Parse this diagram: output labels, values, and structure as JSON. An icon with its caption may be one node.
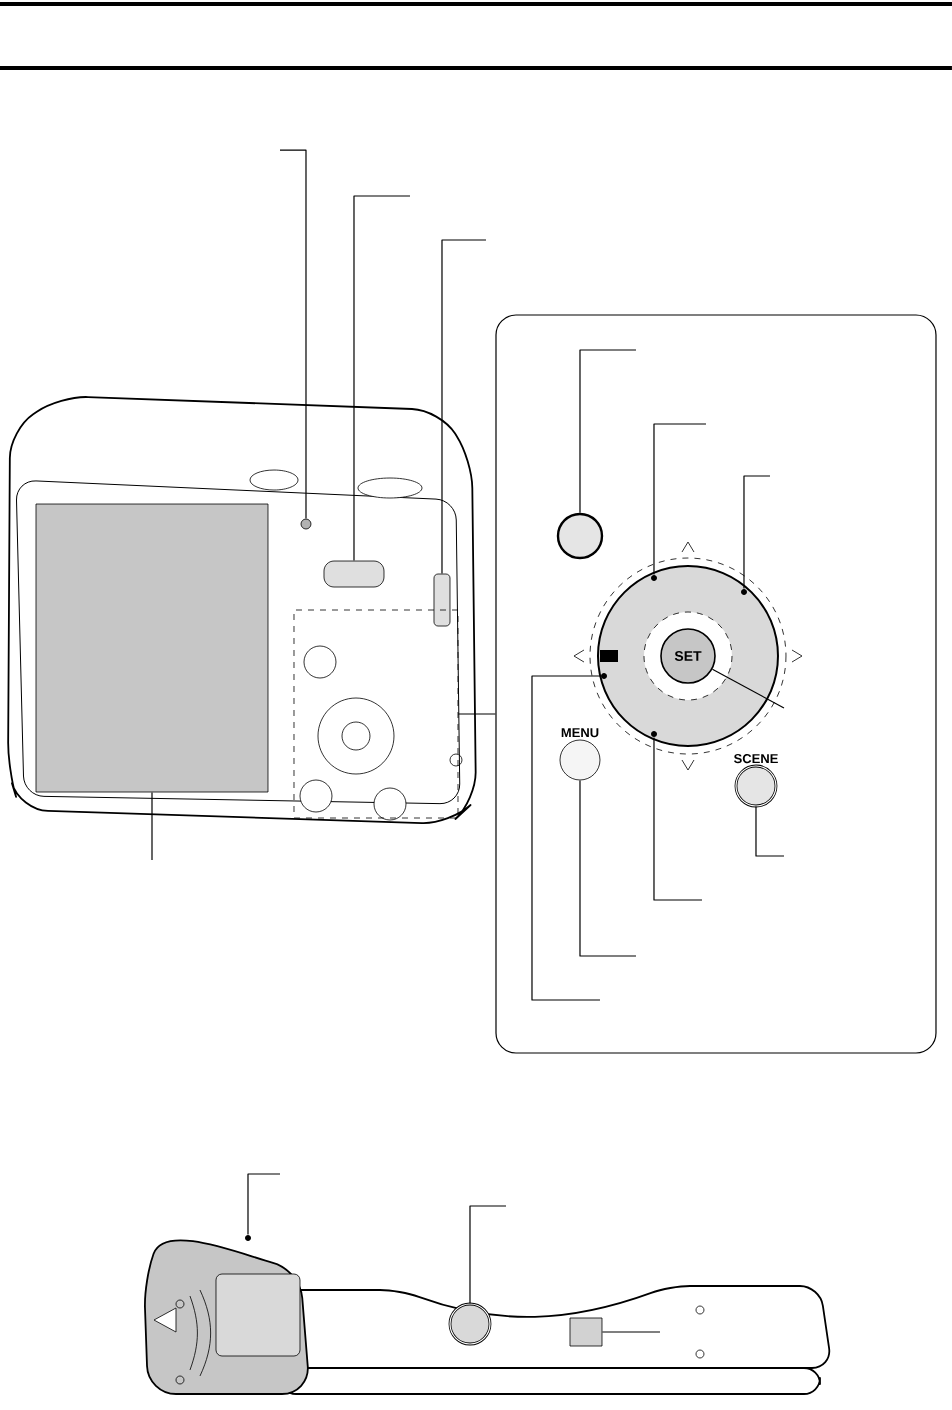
{
  "diagram": {
    "nodes": [
      {
        "text": [],
        "shape": "circle"
      },
      {
        "text": [],
        "shape": "box"
      },
      {
        "text": [],
        "shape": "box"
      },
      {
        "text": [],
        "shape": "box"
      },
      {
        "text": [],
        "shape": "box"
      },
      {
        "text": [],
        "shape": "box"
      },
      {
        "text": [],
        "shape": "circle",
        "in": 5
      },
      {
        "text": [],
        "shape": "circle",
        "in": 5
      },
      {
        "text": [],
        "shape": "circle",
        "in": 5
      },
      {
        "text": [
          "SET"
        ],
        "in": 5
      },
      {
        "text": [
          "SCENE"
        ],
        "in": 5
      },
      {
        "text": [],
        "shape": "circle",
        "in": 5
      },
      {
        "text": [
          "MENU"
        ],
        "in": 5
      },
      {
        "text": [],
        "shape": "circle",
        "in": 5
      },
      {
        "text": [],
        "shape": "circle"
      },
      {
        "text": [],
        "shape": "circle"
      },
      {
        "text": [],
        "shape": "box"
      }
    ],
    "edges": [
      {
        "from": null,
        "to": 0,
        "arrow": "none"
      },
      {
        "from": null,
        "to": 1,
        "arrow": "none"
      },
      {
        "from": null,
        "to": 2,
        "arrow": "none"
      },
      {
        "from": null,
        "to": 3,
        "arrow": "none"
      },
      {
        "from": 4,
        "to": 5,
        "arrow": "none"
      },
      {
        "from": null,
        "to": 6,
        "arrow": "none"
      },
      {
        "from": null,
        "to": 7,
        "arrow": "none"
      },
      {
        "from": null,
        "to": 8,
        "arrow": "none"
      },
      {
        "from": null,
        "to": 9,
        "arrow": "none"
      },
      {
        "from": null,
        "to": 10,
        "arrow": "none"
      },
      {
        "from": null,
        "to": 11,
        "arrow": "none"
      },
      {
        "from": null,
        "to": 12,
        "arrow": "none"
      },
      {
        "from": null,
        "to": 13,
        "arrow": "none"
      },
      {
        "from": null,
        "to": 14,
        "arrow": "none"
      },
      {
        "from": null,
        "to": 15,
        "arrow": "none"
      },
      {
        "from": null,
        "to": 16,
        "arrow": "none"
      }
    ]
  }
}
